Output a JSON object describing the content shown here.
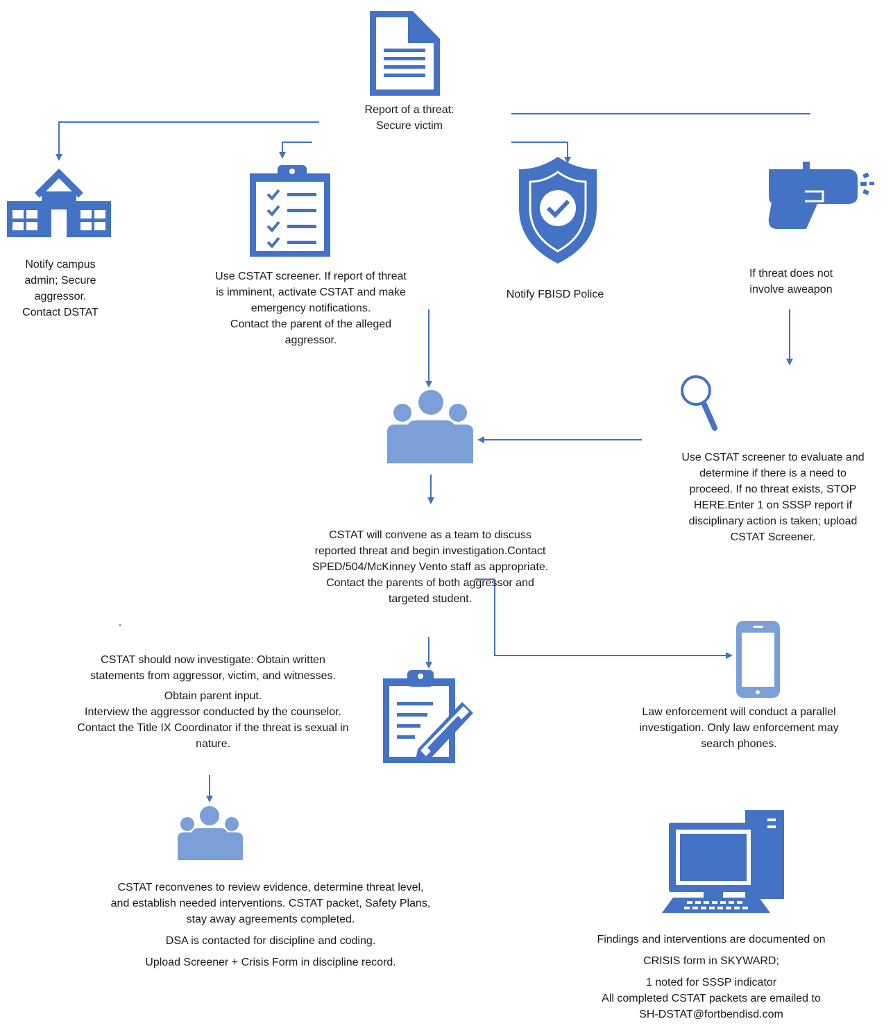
{
  "colors": {
    "line": "#4472c4",
    "icon": "#4472c4",
    "people": "#7b9fd6",
    "text": "#1a1a1a"
  },
  "nodes": {
    "report": {
      "icon": "document-icon",
      "lines": [
        "Report of a threat:",
        "Secure victim"
      ]
    },
    "campus": {
      "icon": "school-building-icon",
      "lines": [
        "Notify campus",
        "admin; Secure",
        "aggressor.",
        "Contact DSTAT"
      ]
    },
    "screener": {
      "icon": "checklist-clipboard-icon",
      "lines": [
        "Use CSTAT screener. If report of threat",
        "is imminent, activate CSTAT and make",
        "emergency notifications.",
        "Contact the parent of the alleged",
        "aggressor."
      ]
    },
    "police": {
      "icon": "shield-check-icon",
      "lines": [
        "Notify FBISD Police"
      ]
    },
    "weapon": {
      "icon": "water-gun-icon",
      "lines": [
        "If threat does not",
        "involve aweapon"
      ]
    },
    "team": {
      "icon": "people-group-icon",
      "lines": []
    },
    "evaluate": {
      "icon": "magnifier-icon",
      "lines": [
        "Use CSTAT screener to evaluate and",
        "determine if there is a need to",
        "proceed. If no threat exists, STOP",
        "HERE.Enter 1 on SSSP report if",
        "disciplinary action is taken; upload",
        "CSTAT Screener."
      ]
    },
    "convene": {
      "lines": [
        "CSTAT will convene as a team to discuss",
        "reported threat and begin investigation.Contact",
        "SPED/504/McKinney Vento staff as appropriate.",
        "Contact the parents of both aggressor and",
        "targeted student."
      ]
    },
    "dot": {
      "text": "."
    },
    "investigate": {
      "lines": [
        "CSTAT should now investigate: Obtain written",
        "statements from aggressor, victim, and witnesses.",
        "Obtain parent input.",
        "Interview the aggressor conducted by the counselor.",
        "Contact the Title IX Coordinator if the threat is sexual in",
        "nature."
      ]
    },
    "clipboard_pen": {
      "icon": "clipboard-pen-icon"
    },
    "phone": {
      "icon": "smartphone-icon",
      "lines": [
        "Law enforcement will conduct a parallel",
        "investigation. Only law enforcement may",
        "search phones."
      ]
    },
    "reconvene": {
      "icon": "people-group-icon",
      "lines": [
        "CSTAT reconvenes to review evidence, determine threat level,",
        "and establish needed interventions. CSTAT packet, Safety Plans,",
        "stay away agreements completed.",
        "DSA is contacted for discipline and coding.",
        "Upload Screener + Crisis Form in discipline record."
      ]
    },
    "computer": {
      "icon": "desktop-computer-icon",
      "lines": [
        "Findings and interventions are documented on",
        "CRISIS form in SKYWARD;",
        "1 noted for SSSP indicator",
        "All completed CSTAT packets are emailed to",
        "SH-DSTAT@fortbendisd.com"
      ]
    }
  }
}
